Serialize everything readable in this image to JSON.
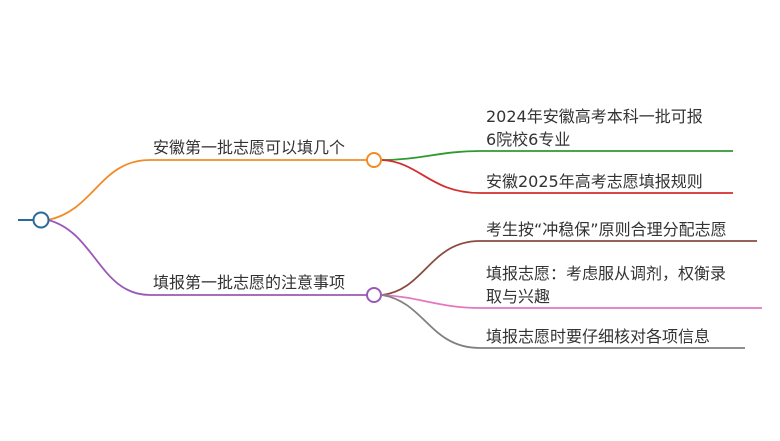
{
  "colors": {
    "root": "#2a6a9a",
    "branch1": "#f28c28",
    "branch2": "#9b59b6",
    "leaf1": "#2e9a2e",
    "leaf2": "#d32f2f",
    "leaf3": "#8b4c3f",
    "leaf4": "#e377c2",
    "leaf5": "#808080",
    "text": "#333333"
  },
  "branches": [
    {
      "label": "安徽第一批志愿可以填几个",
      "leaves": [
        {
          "lines": [
            "2024年安徽高考本科一批可报",
            "6院校6专业"
          ]
        },
        {
          "lines": [
            "安徽2025年高考志愿填报规则"
          ]
        }
      ]
    },
    {
      "label": "填报第一批志愿的注意事项",
      "leaves": [
        {
          "lines": [
            "考生按“冲稳保”原则合理分配志愿"
          ]
        },
        {
          "lines": [
            "填报志愿：考虑服从调剂，权衡录",
            "取与兴趣"
          ]
        },
        {
          "lines": [
            "填报志愿时要仔细核对各项信息"
          ]
        }
      ]
    }
  ]
}
